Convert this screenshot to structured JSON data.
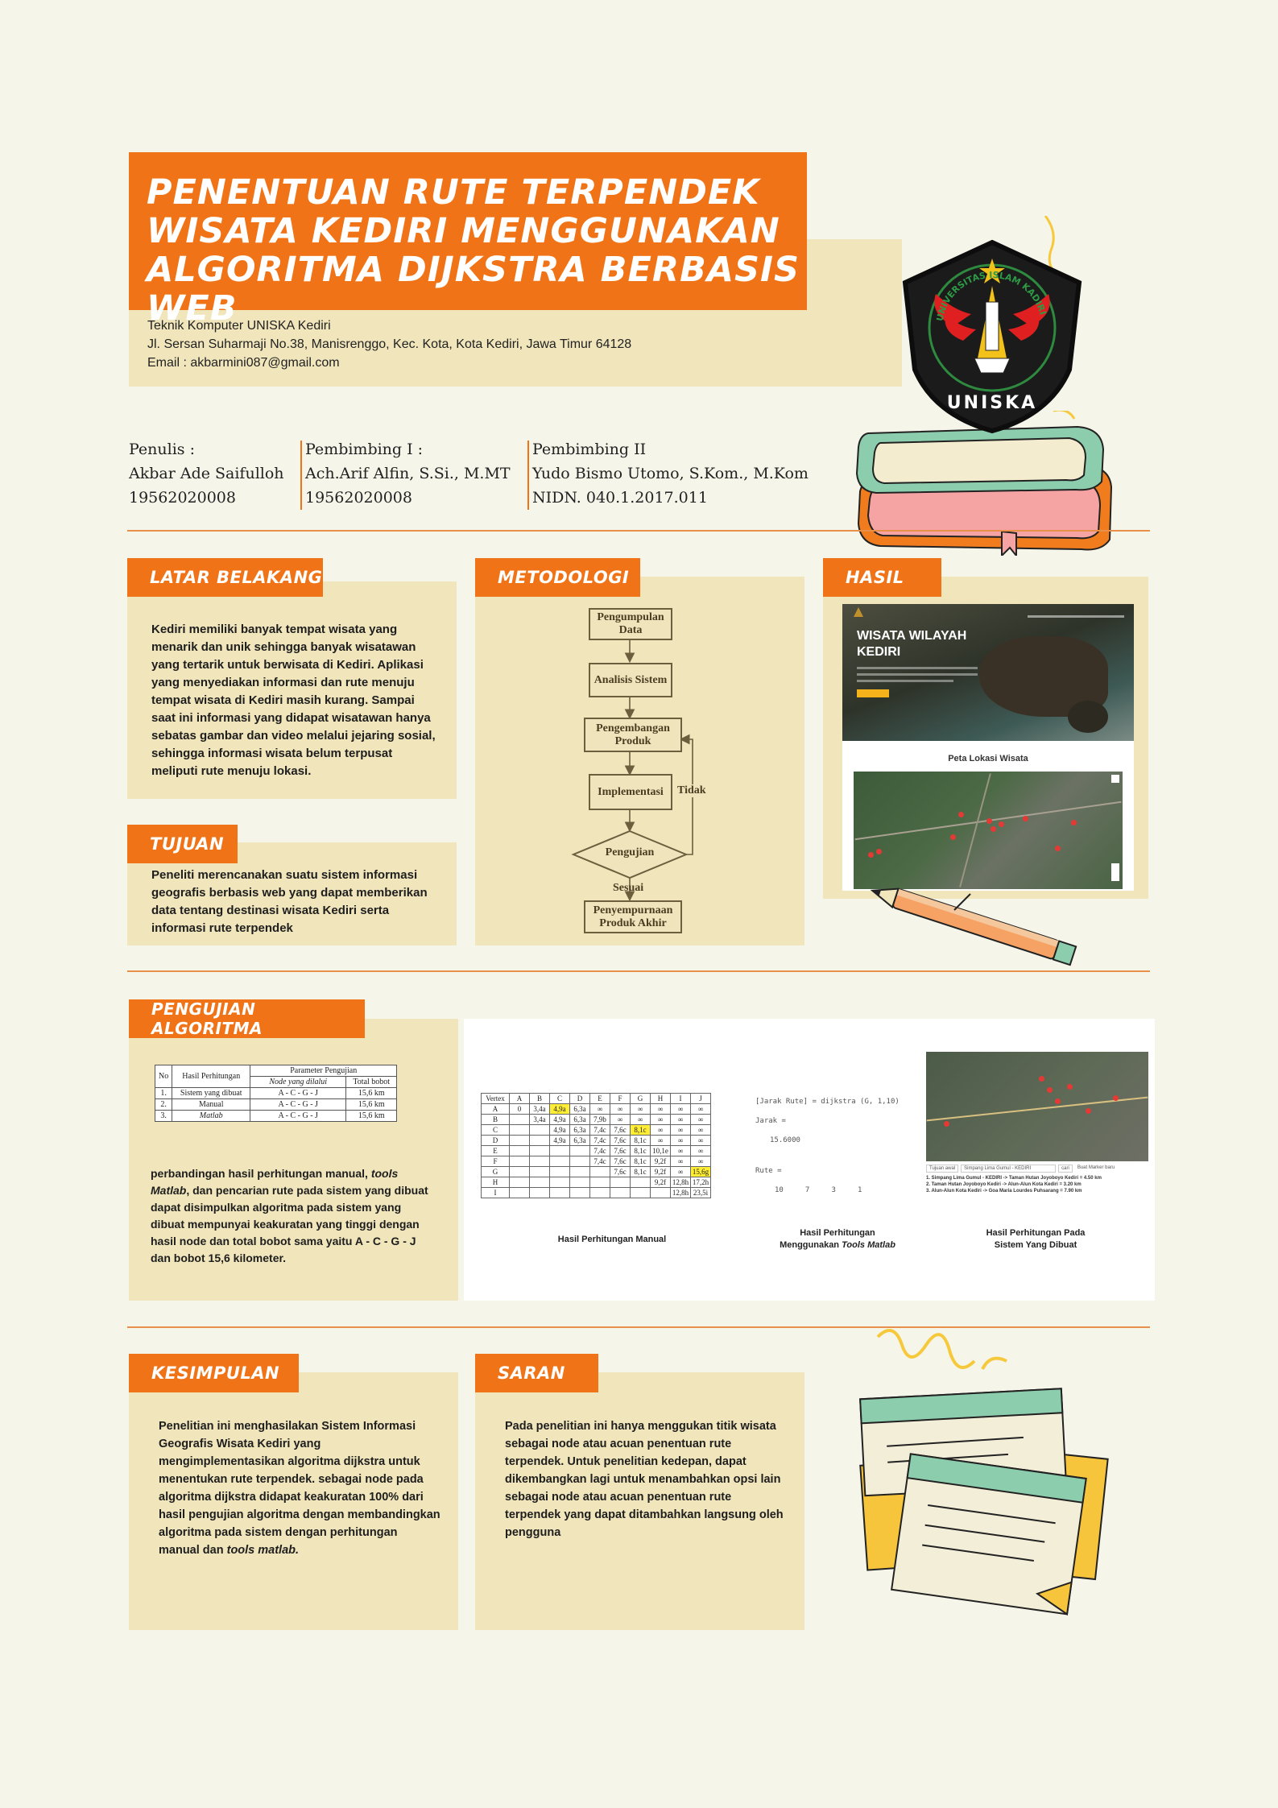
{
  "title": {
    "line1": "PENENTUAN RUTE TERPENDEK",
    "line2": "WISATA KEDIRI MENGGUNAKAN",
    "line3": "ALGORITMA DIJKSTRA BERBASIS WEB"
  },
  "affiliation": {
    "dept": "Teknik Komputer UNISKA Kediri",
    "address": "Jl. Sersan Suharmaji No.38, Manisrenggo, Kec. Kota, Kota Kediri, Jawa Timur 64128",
    "email": "Email : akbarmini087@gmail.com"
  },
  "logo": {
    "ring_text": "UNIVERSITAS ISLAM KADIRI",
    "name": "UNISKA"
  },
  "authors": {
    "writer_label": "Penulis :",
    "writer_name": "Akbar Ade Saifulloh",
    "writer_id": "19562020008",
    "adv1_label": "Pembimbing I :",
    "adv1_name": "Ach.Arif Alfin, S.Si., M.MT",
    "adv1_id": "19562020008",
    "adv2_label": "Pembimbing II",
    "adv2_name": "Yudo Bismo Utomo, S.Kom., M.Kom",
    "adv2_id": "NIDN. 040.1.2017.011"
  },
  "sections": {
    "latar_title": "LATAR BELAKANG",
    "latar_text": "Kediri memiliki banyak tempat wisata yang menarik dan unik sehingga banyak wisatawan yang tertarik untuk berwisata di Kediri. Aplikasi yang menyediakan informasi dan rute menuju tempat wisata di Kediri masih kurang. Sampai saat ini informasi yang didapat wisatawan hanya sebatas gambar dan video melalui jejaring sosial, sehingga informasi wisata belum terpusat meliputi rute menuju lokasi.",
    "tujuan_title": "TUJUAN",
    "tujuan_text": "Peneliti merencanakan suatu sistem informasi geografis berbasis web yang dapat memberikan data tentang destinasi wisata Kediri serta informasi rute terpendek",
    "metodologi_title": "METODOLOGI",
    "hasil_title": "HASIL",
    "pengujian_title": "PENGUJIAN ALGORITMA",
    "pengujian_text_1": "perbandingan hasil perhitungan manual, ",
    "pengujian_text_2": "tools Matlab",
    "pengujian_text_3": ", dan pencarian rute pada sistem yang dibuat dapat disimpulkan algoritma pada sistem yang dibuat mempunyai keakuratan yang tinggi dengan hasil node dan total bobot sama yaitu A - C - G - J dan bobot 15,6 kilometer.",
    "kesimpulan_title": "KESIMPULAN",
    "kesimpulan_text_1": "Penelitian ini menghasilakan Sistem Informasi Geografis Wisata Kediri yang mengimplementasikan algoritma dijkstra untuk menentukan rute terpendek. sebagai node pada algoritma dijkstra didapat keakuratan 100% dari hasil pengujian algoritma dengan membandingkan algoritma pada sistem dengan perhitungan manual dan ",
    "kesimpulan_text_2": "tools matlab.",
    "saran_title": "SARAN",
    "saran_text": "Pada penelitian ini hanya menggukan titik wisata sebagai node atau acuan penentuan rute terpendek. Untuk penelitian kedepan, dapat dikembangkan lagi untuk menambahkan opsi lain sebagai node atau acuan penentuan rute terpendek yang dapat ditambahkan langsung oleh pengguna"
  },
  "flowchart": {
    "step1": "Pengumpulan Data",
    "step2": "Analisis Sistem",
    "step3": "Pengembangan Produk",
    "step4": "Implementasi",
    "decision": "Pengujian",
    "no_label": "Tidak",
    "yes_label": "Sesuai",
    "step5": "Penyempurnaan Produk Akhir"
  },
  "hasil_screen": {
    "site_title_line1": "WISATA WILAYAH",
    "site_title_line2": "KEDIRI",
    "map_heading": "Peta Lokasi Wisata"
  },
  "param_table": {
    "h_no": "No",
    "h_hasil": "Hasil Perhitungan",
    "h_param": "Parameter Pengujian",
    "h_node": "Node yang dilalui",
    "h_bobot": "Total bobot",
    "rows": [
      {
        "no": "1.",
        "hasil": "Sistem yang dibuat",
        "node": "A - C - G - J",
        "bobot": "15,6 km"
      },
      {
        "no": "2.",
        "hasil": "Manual",
        "node": "A - C - G - J",
        "bobot": "15,6 km"
      },
      {
        "no": "3.",
        "hasil": "Matlab",
        "node": "A - C - G - J",
        "bobot": "15,6 km"
      }
    ]
  },
  "vertex_table": {
    "header": [
      "Vertex",
      "A",
      "B",
      "C",
      "D",
      "E",
      "F",
      "G",
      "H",
      "I",
      "J"
    ],
    "rows": [
      [
        "A",
        "0",
        "3,4a",
        "4,9a",
        "6,3a",
        "∞",
        "∞",
        "∞",
        "∞",
        "∞",
        "∞"
      ],
      [
        "B",
        "",
        "3,4a",
        "4,9a",
        "6,3a",
        "7,9b",
        "∞",
        "∞",
        "∞",
        "∞",
        "∞"
      ],
      [
        "C",
        "",
        "",
        "4,9a",
        "6,3a",
        "7,4c",
        "7,6c",
        "8,1c",
        "∞",
        "∞",
        "∞"
      ],
      [
        "D",
        "",
        "",
        "4,9a",
        "6,3a",
        "7,4c",
        "7,6c",
        "8,1c",
        "∞",
        "∞",
        "∞"
      ],
      [
        "E",
        "",
        "",
        "",
        "",
        "7,4c",
        "7,6c",
        "8,1c",
        "10,1e",
        "∞",
        "∞"
      ],
      [
        "F",
        "",
        "",
        "",
        "",
        "7,4c",
        "7,6c",
        "8,1c",
        "9,2f",
        "∞",
        "∞"
      ],
      [
        "G",
        "",
        "",
        "",
        "",
        "",
        "7,6c",
        "8,1c",
        "9,2f",
        "∞",
        "15,6g"
      ],
      [
        "H",
        "",
        "",
        "",
        "",
        "",
        "",
        "",
        "9,2f",
        "12,8h",
        "17,2h"
      ],
      [
        "I",
        "",
        "",
        "",
        "",
        "",
        "",
        "",
        "",
        "12,8h",
        "23,5i"
      ]
    ]
  },
  "matlab": {
    "line1": "[Jarak Rute] = dijkstra (G, 1,10)",
    "line2": "Jarak =",
    "line3": "15.6000",
    "line4": "Rute =",
    "line5": "10     7     3     1"
  },
  "system_result": {
    "tab_label": "Tujuan awal",
    "select_label": "Simpang Lima Gumul - KEDIRI",
    "btn_label": "cari",
    "link_label": "Buat Marker baru",
    "routes": [
      "1. Simpang Lima Gumul - KEDIRI -> Taman Hutan Joyoboyo Kediri = 4.50 km",
      "2. Taman Hutan Joyoboyo Kediri -> Alun-Alun Kota Kediri = 3.20 km",
      "3. Alun-Alun Kota Kediri -> Goa Maria Lourdes Puhsarang = 7.90 km"
    ]
  },
  "captions": {
    "manual": "Hasil Perhitungan Manual",
    "matlab_1": "Hasil Perhitungan",
    "matlab_2": "Menggunakan ",
    "matlab_3": "Tools Matlab",
    "system_1": "Hasil Perhitungan Pada",
    "system_2": "Sistem Yang Dibuat"
  },
  "colors": {
    "orange": "#f07417",
    "cream": "#f0e5bb",
    "background": "#f6f5e9",
    "highlight": "#ffee33"
  },
  "icons": [
    "uniska-logo-icon",
    "books-icon",
    "pencil-icon",
    "notes-icon",
    "squiggle-icon",
    "map-marker-icon"
  ]
}
